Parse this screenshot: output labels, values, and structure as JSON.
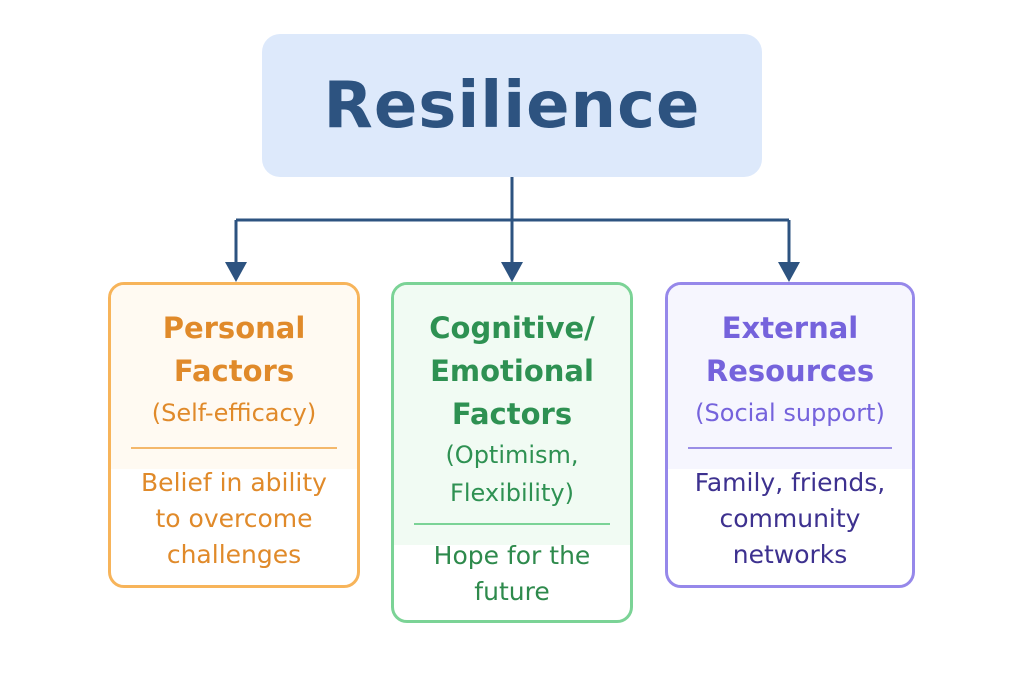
{
  "title": "Resilience",
  "colors": {
    "title_bg": "#dde9fb",
    "title_text": "#2d5380",
    "connector": "#2d5380",
    "personal": "#e08a2a",
    "cognitive": "#2e9152",
    "external": "#7563dc"
  },
  "cards": [
    {
      "heading_lines": [
        "Personal",
        "Factors"
      ],
      "sub_lines": [
        "(Self-efficacy)"
      ],
      "body_lines": [
        "Belief in ability",
        "to overcome",
        "challenges"
      ]
    },
    {
      "heading_lines": [
        "Cognitive/",
        "Emotional",
        "Factors"
      ],
      "sub_lines": [
        "(Optimism,",
        "Flexibility)"
      ],
      "body_lines": [
        "Hope for the",
        "future"
      ]
    },
    {
      "heading_lines": [
        "External",
        "Resources"
      ],
      "sub_lines": [
        "(Social support)"
      ],
      "body_lines": [
        "Family, friends,",
        "community",
        "networks"
      ]
    }
  ]
}
